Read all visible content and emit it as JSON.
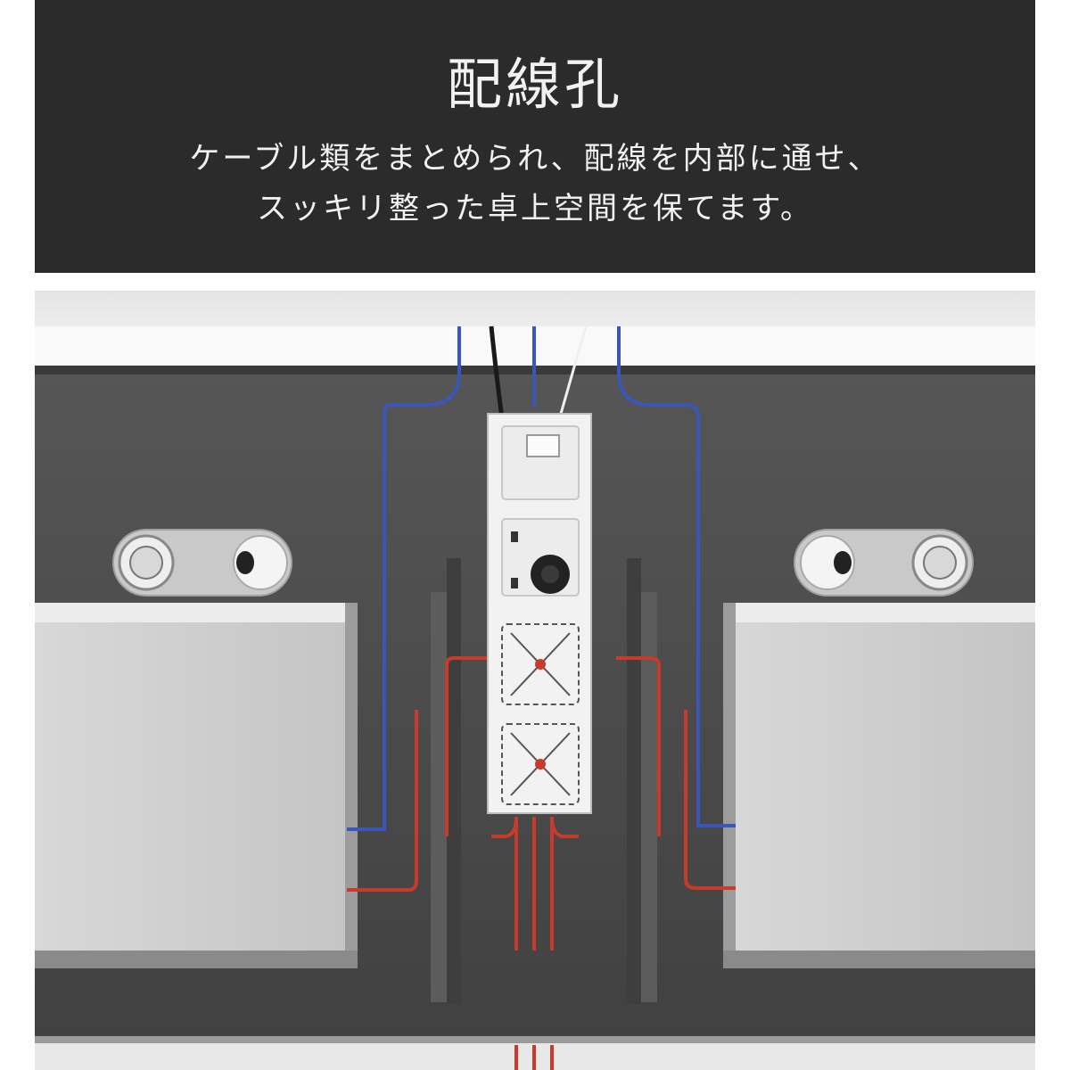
{
  "header": {
    "title": "配線孔",
    "line1": "ケーブル類をまとめられ、配線を内部に通せ、",
    "line2": "スッキリ整った卓上空間を保てます。"
  },
  "colors": {
    "header_bg": "#2b2b2b",
    "desk_gray": "#4a4a4a",
    "wire_blue": "#3a56b8",
    "wire_red": "#c83a2a"
  }
}
